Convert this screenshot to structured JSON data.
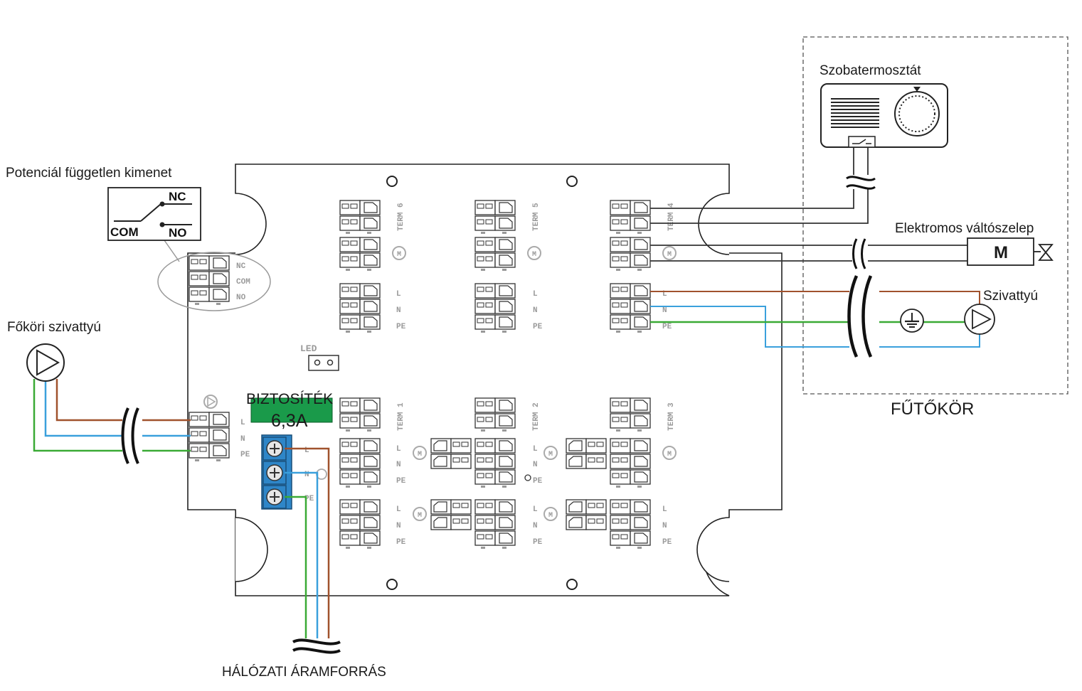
{
  "labels": {
    "potential_free_output": "Potenciál független kimenet",
    "main_pump": "Főköri szivattyú",
    "room_thermostat": "Szobatermosztát",
    "electric_valve": "Elektromos váltószelep",
    "pump": "Szivattyú",
    "heating_circuit": "FŰTŐKÖR",
    "mains_power": "HÁLÓZATI ÁRAMFORRÁS",
    "fuse": "BIZTOSÍTÉK",
    "fuse_value": "6,3A",
    "led": "LED",
    "motor": "M"
  },
  "relay": {
    "nc": "NC",
    "com": "COM",
    "no": "NO"
  },
  "terminals": {
    "term1": "TERM 1",
    "term2": "TERM 2",
    "term3": "TERM 3",
    "term4": "TERM 4",
    "term5": "TERM 5",
    "term6": "TERM 6",
    "l": "L",
    "n": "N",
    "pe": "PE",
    "nc": "NC",
    "com": "COM",
    "no": "NO"
  },
  "colors": {
    "live": "#a0522d",
    "neutral": "#3aa0dc",
    "earth": "#3aaa35",
    "fuse": "#1a9a4a",
    "terminal_block": "#2e86c8"
  }
}
